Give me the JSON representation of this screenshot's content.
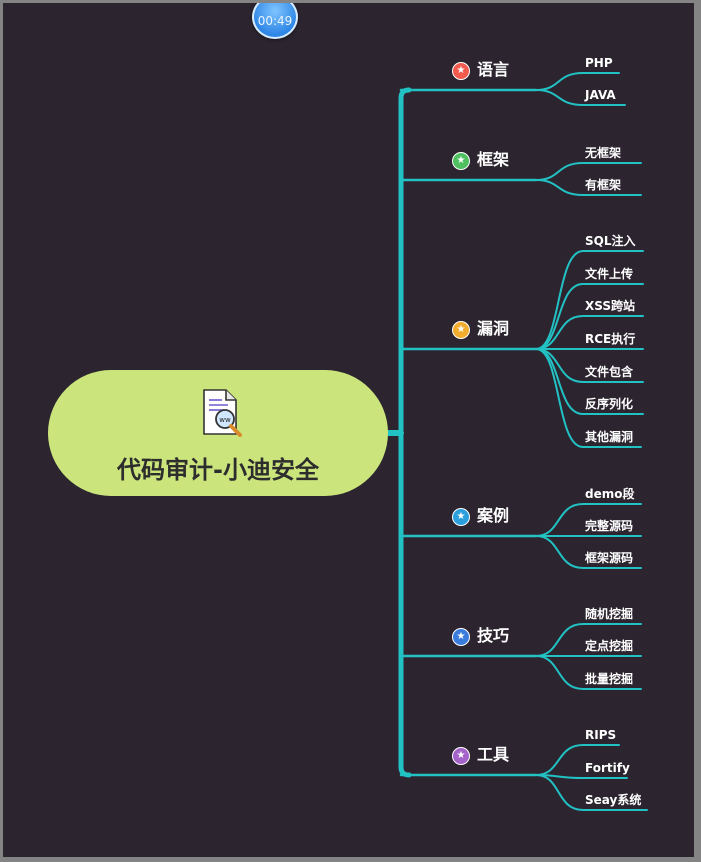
{
  "timer": "00:49",
  "root": {
    "title": "代码审计-小迪安全",
    "icon": "document-www-search-icon"
  },
  "colors": {
    "background": "#2c2530",
    "line": "#22c1c3",
    "root": "#cbe57c"
  },
  "branches": [
    {
      "label": "语言",
      "star_color": "#f25a4e",
      "leaves": [
        "PHP",
        "JAVA"
      ]
    },
    {
      "label": "框架",
      "star_color": "#4fbf5f",
      "leaves": [
        "无框架",
        "有框架"
      ]
    },
    {
      "label": "漏洞",
      "star_color": "#f3ad2e",
      "leaves": [
        "SQL注入",
        "文件上传",
        "XSS跨站",
        "RCE执行",
        "文件包含",
        "反序列化",
        "其他漏洞"
      ]
    },
    {
      "label": "案例",
      "star_color": "#2a9fdc",
      "leaves": [
        "demo段",
        "完整源码",
        "框架源码"
      ]
    },
    {
      "label": "技巧",
      "star_color": "#3a7cdc",
      "leaves": [
        "随机挖掘",
        "定点挖掘",
        "批量挖掘"
      ]
    },
    {
      "label": "工具",
      "star_color": "#a463c9",
      "leaves": [
        "RIPS",
        "Fortify",
        "Seay系统"
      ]
    }
  ]
}
